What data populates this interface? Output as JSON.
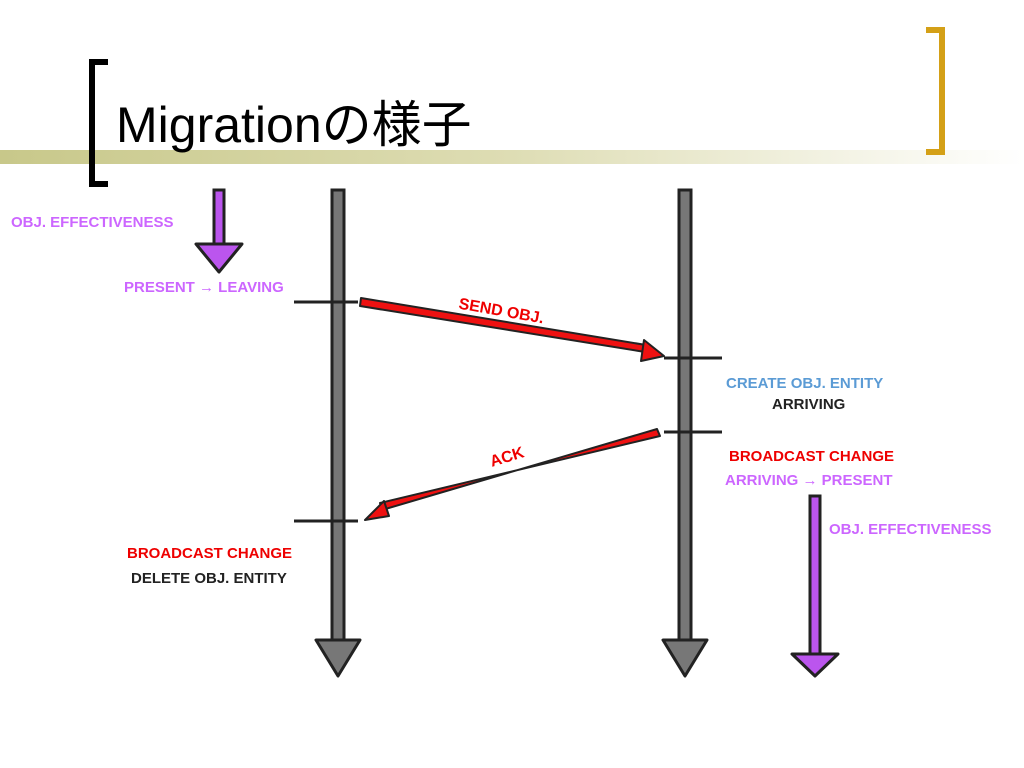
{
  "slide": {
    "title": "Migrationの様子"
  },
  "labels": {
    "left_effectiveness": "OBJ. EFFECTIVENESS",
    "present_leaving": "PRESENT → LEAVING",
    "send_obj": "SEND OBJ.",
    "create_obj_entity": "CREATE OBJ. ENTITY",
    "arriving": "ARRIVING",
    "ack": "ACK",
    "broadcast_change_right": "BROADCAST CHANGE",
    "arriving_present": "ARRIVING → PRESENT",
    "right_effectiveness": "OBJ. EFFECTIVENESS",
    "broadcast_change_left": "BROADCAST CHANGE",
    "delete_obj_entity": "DELETE OBJ. ENTITY"
  },
  "colors": {
    "purple": "#cc66ff",
    "red": "#ee0000",
    "blue": "#5b9bd5",
    "dark": "#222222",
    "gray_line": "#777777",
    "gold": "#d4a017",
    "olive_bar": "#c8c88a",
    "arrow_red": "#ee1111",
    "arrow_purple": "#bb55ee"
  }
}
